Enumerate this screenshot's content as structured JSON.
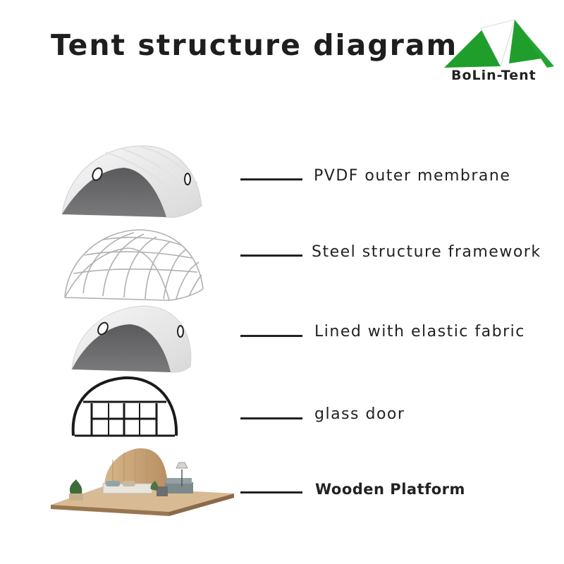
{
  "header": {
    "title": "Tent structure diagram",
    "brand": "BoLin-Tent"
  },
  "colors": {
    "brand_green": "#1f9e2c",
    "membrane_white": "#efefef",
    "interior_gray": "#6b6b6d",
    "frame_gray": "#b5b5b5",
    "wood": "#c9a57a"
  },
  "layers": [
    {
      "label": "PVDF outer membrane",
      "icon": "pvdf-membrane-icon"
    },
    {
      "label": "Steel structure framework",
      "icon": "steel-frame-icon"
    },
    {
      "label": "Lined with elastic fabric",
      "icon": "elastic-lining-icon"
    },
    {
      "label": "glass door",
      "icon": "glass-door-icon"
    },
    {
      "label": "Wooden Platform",
      "icon": "wooden-platform-icon"
    }
  ]
}
